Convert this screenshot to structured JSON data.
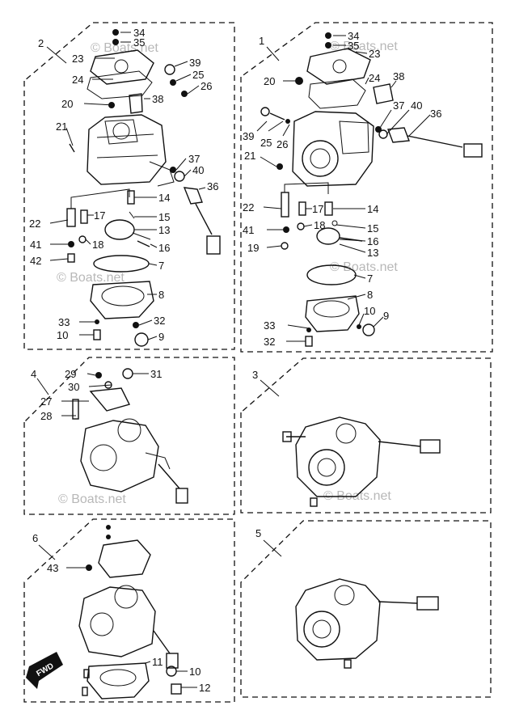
{
  "watermark": "© Boats.net",
  "fwd_label": "FWD",
  "panels": [
    {
      "id": "2",
      "label": "2"
    },
    {
      "id": "1",
      "label": "1"
    },
    {
      "id": "4",
      "label": "4"
    },
    {
      "id": "3",
      "label": "3"
    },
    {
      "id": "6",
      "label": "6"
    },
    {
      "id": "5",
      "label": "5"
    }
  ],
  "callouts": {
    "p2": [
      "34",
      "35",
      "23",
      "24",
      "39",
      "25",
      "26",
      "20",
      "38",
      "21",
      "37",
      "40",
      "36",
      "14",
      "22",
      "17",
      "15",
      "13",
      "41",
      "18",
      "16",
      "42",
      "7",
      "8",
      "33",
      "10",
      "32",
      "9"
    ],
    "p1": [
      "34",
      "35",
      "23",
      "20",
      "24",
      "38",
      "37",
      "40",
      "36",
      "39",
      "25",
      "26",
      "21",
      "22",
      "17",
      "14",
      "41",
      "18",
      "15",
      "16",
      "19",
      "13",
      "7",
      "8",
      "10",
      "9",
      "33",
      "32"
    ],
    "p4": [
      "29",
      "31",
      "30",
      "27",
      "28"
    ],
    "p6": [
      "43",
      "11",
      "10",
      "12"
    ]
  }
}
